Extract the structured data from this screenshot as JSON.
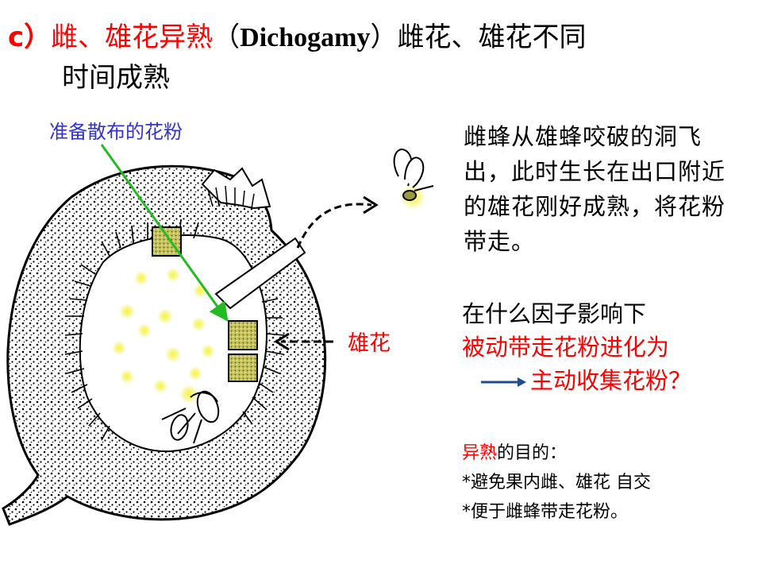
{
  "title": {
    "prefix": "c）",
    "highlight": "雌、雄花异熟",
    "paren_open": "（",
    "term": "Dichogamy",
    "paren_close": "）",
    "rest": "雌花、雄花不同",
    "line2": "时间成熟"
  },
  "labels": {
    "pollen": "准备散布的花粉",
    "male_flower": "雄花"
  },
  "paragraph1": "雌蜂从雄蜂咬破的洞飞出，此时生长在出口附近的雄花刚好成熟，将花粉带走。",
  "paragraph2": {
    "line1": "在什么因子影响下",
    "line2": "被动带走花粉进化为",
    "line3": "主动收集花粉？"
  },
  "paragraph3": {
    "highlight": "异熟",
    "rest": "的目的：",
    "bullet1": "*避免果内雌、雄花 自交",
    "bullet2": "*便于雌蜂带走花粉。"
  },
  "colors": {
    "red": "#ff0000",
    "blue_label": "#3333cc",
    "green_pointer": "#22bb22",
    "pollen_yellow": "#f2f05a",
    "anther_fill": "#b7b34a",
    "arrow_blue": "#1f4e8c"
  }
}
